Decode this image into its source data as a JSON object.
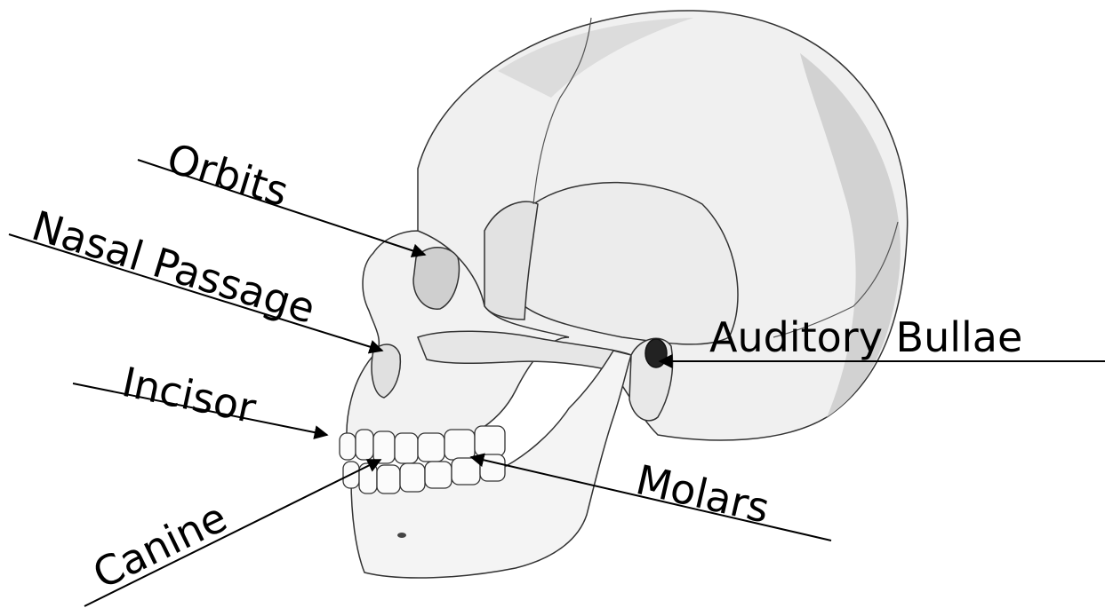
{
  "labels": {
    "orbits": "Orbits",
    "nasal_passage": "Nasal Passage",
    "incisor": "Incisor",
    "canine": "Canine",
    "molars": "Molars",
    "auditory_bullae": "Auditory Bullae"
  },
  "colors": {
    "bone_light": "#f2f2f2",
    "bone_shadow": "#d0d0d0",
    "outline": "#333333",
    "line": "#000000"
  }
}
